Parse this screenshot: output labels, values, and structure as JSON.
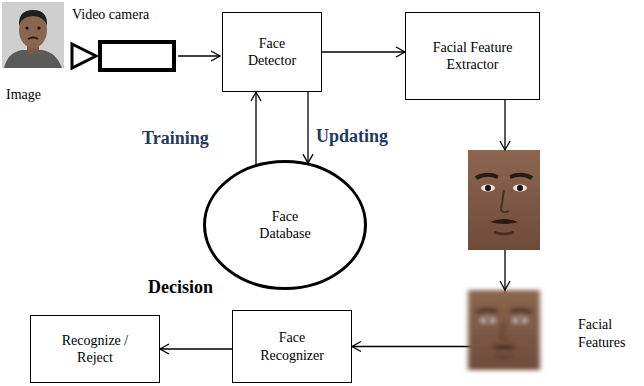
{
  "diagram": {
    "nodes": [
      {
        "text": [
          "Face Detector"
        ]
      },
      {
        "text": [
          "Facial Feature Extractor"
        ]
      },
      {
        "text": [
          "Face Database"
        ]
      },
      {
        "text": [
          "Face Recognizer"
        ]
      },
      {
        "text": [
          "Recognize / Reject"
        ]
      }
    ],
    "edges": [
      {
        "from": 0,
        "to": 1,
        "arrow": "to"
      },
      {
        "from": 2,
        "to": 0,
        "arrow": "to",
        "label": "Training"
      },
      {
        "from": 0,
        "to": 2,
        "arrow": "to",
        "label": "Updating"
      },
      {
        "from": 1,
        "to": 3,
        "arrow": "to"
      },
      {
        "from": 3,
        "to": 4,
        "arrow": "to"
      }
    ],
    "labels": [
      "Video camera",
      "Image",
      "Decision",
      "Facial Features"
    ]
  }
}
